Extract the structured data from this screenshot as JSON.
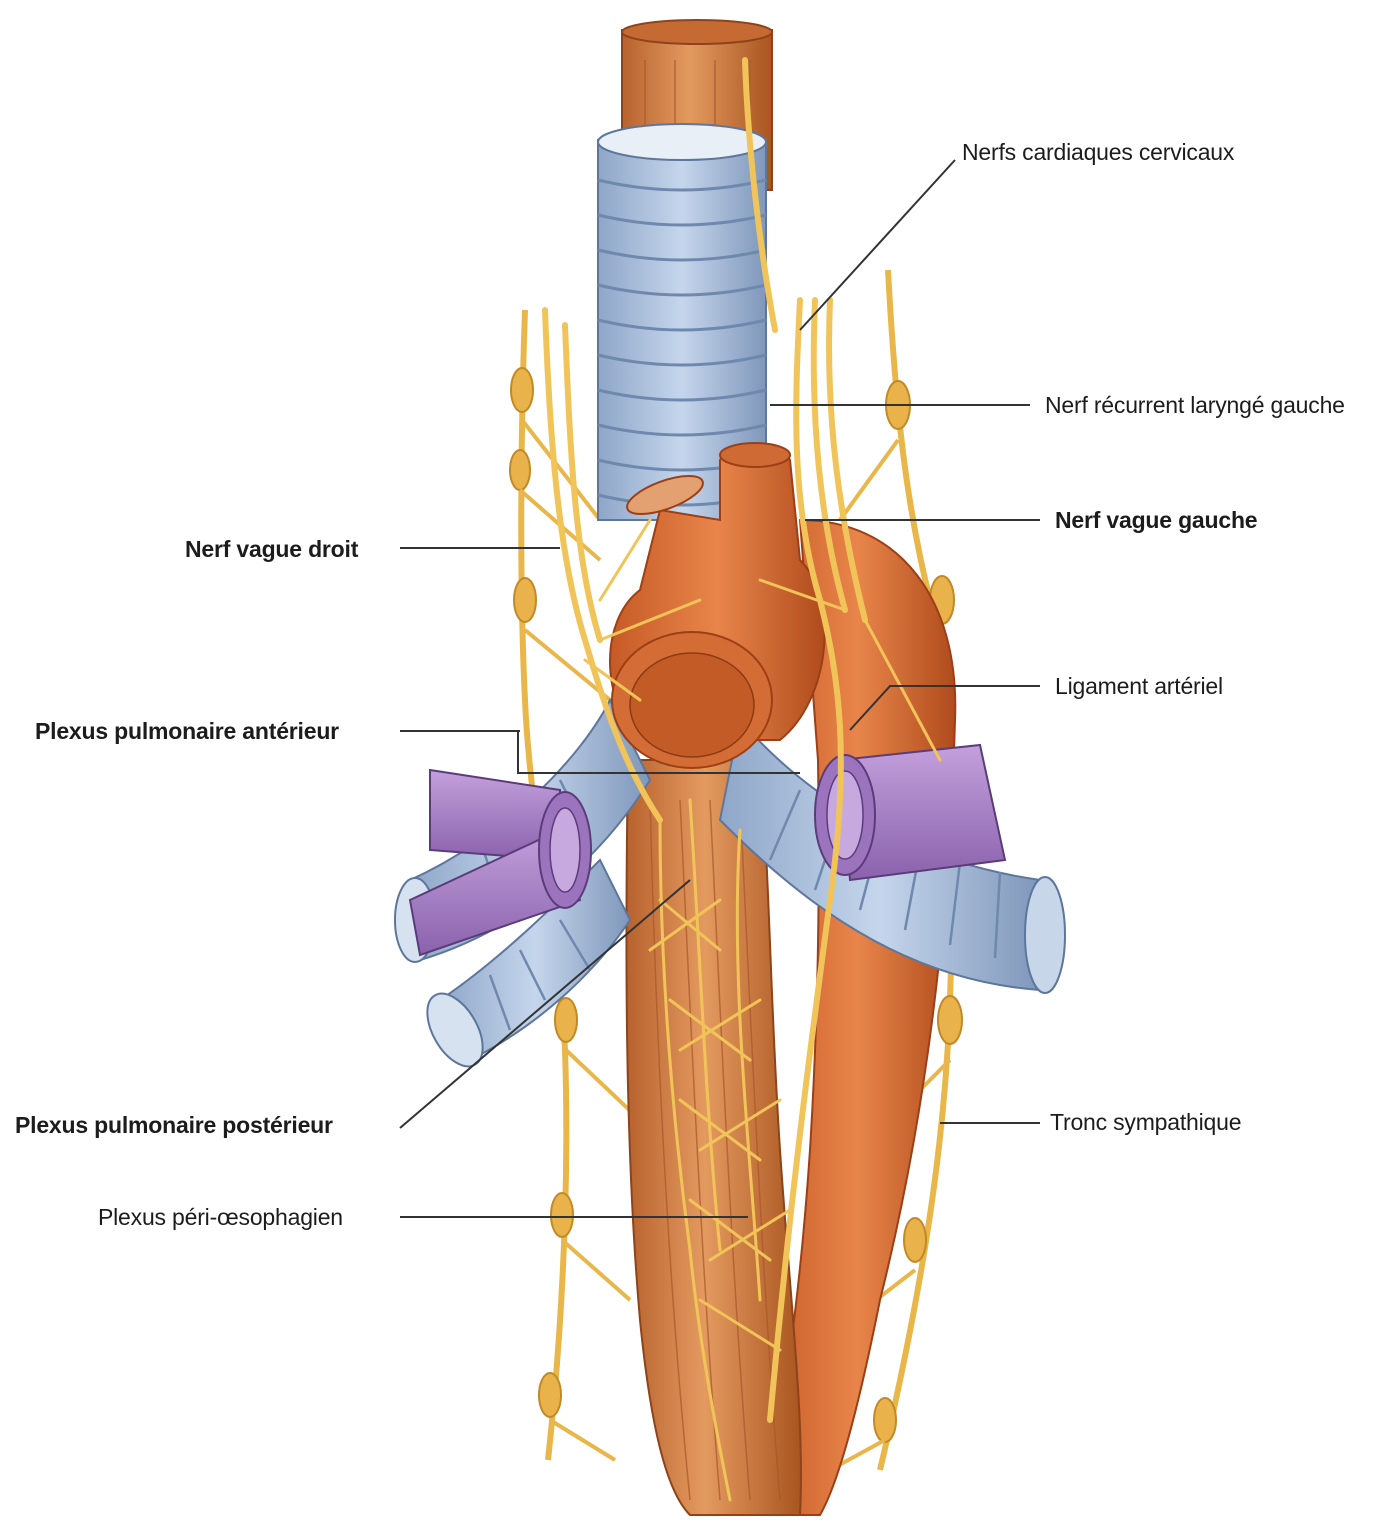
{
  "figure": {
    "palette": {
      "background": "#ffffff",
      "esophagus": "#cf7a40",
      "esophagus_dark": "#9a4e22",
      "aorta": "#d96b35",
      "aorta_dark": "#a8461c",
      "trachea": "#a9c0dc",
      "trachea_dark": "#6f88ad",
      "pulmonary_vessel": "#a57ec4",
      "pulmonary_vessel_dark": "#6b4c8e",
      "nerve": "#f1c45a",
      "nerve_dark": "#c9962d",
      "leader_line": "#333333"
    },
    "labels": {
      "nerfs_cardiaques_cervicaux": "Nerfs cardiaques cervicaux",
      "nerf_recurrent_larynge_gauche": "Nerf récurrent laryngé gauche",
      "nerf_vague_gauche": "Nerf vague gauche",
      "nerf_vague_droit": "Nerf vague droit",
      "ligament_arteriel": "Ligament artériel",
      "plexus_pulmonaire_anterieur": "Plexus pulmonaire antérieur",
      "plexus_pulmonaire_posterieur": "Plexus pulmonaire postérieur",
      "tronc_sympathique": "Tronc sympathique",
      "plexus_peri_oesophagien": "Plexus péri-œsophagien"
    }
  }
}
